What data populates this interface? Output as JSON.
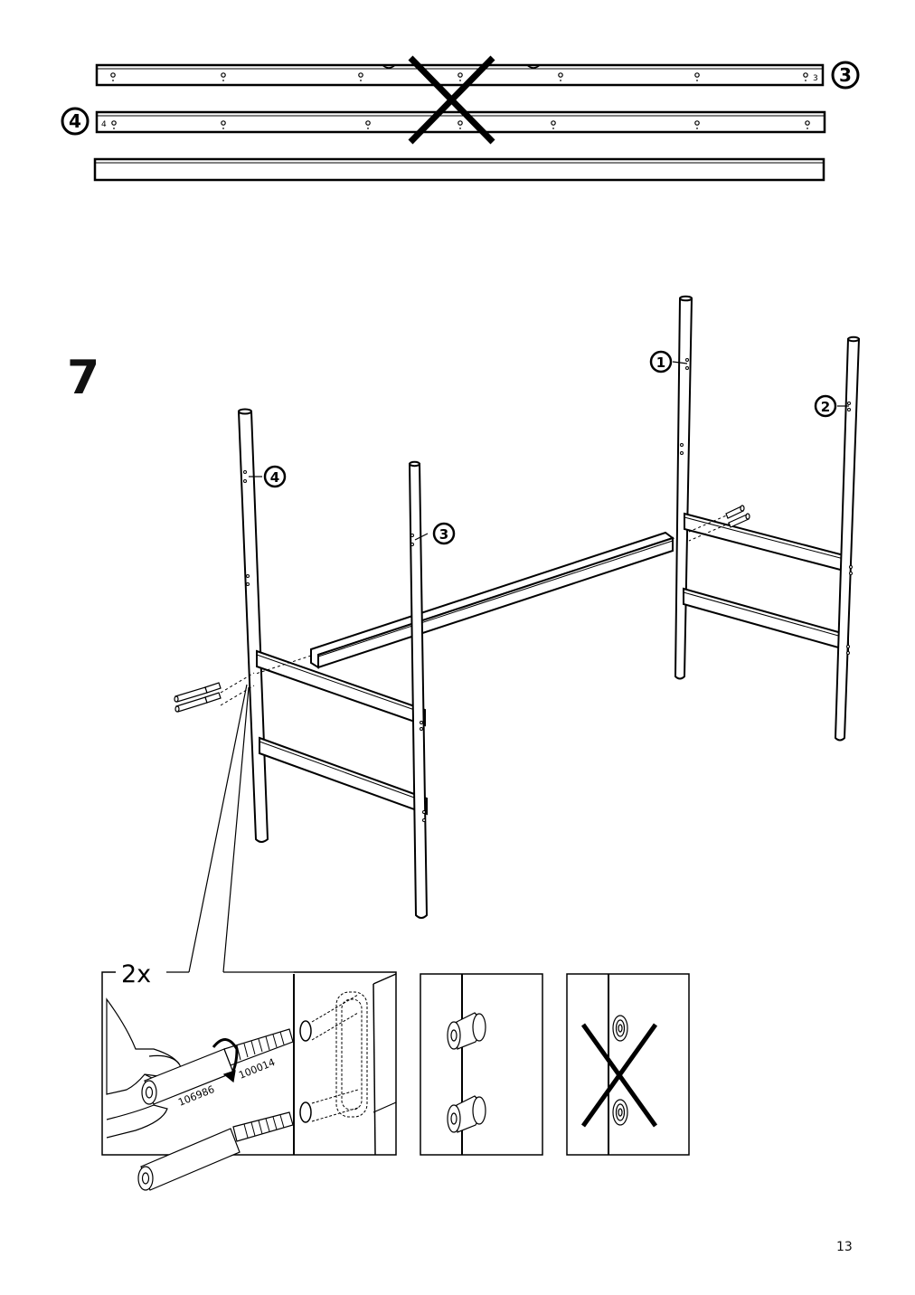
{
  "step": {
    "number": "7"
  },
  "part_markers": {
    "one": "1",
    "two": "2",
    "three": "3",
    "four": "4"
  },
  "detail": {
    "quantity": "2x",
    "part_code_a": "106986",
    "part_code_b": "100014"
  },
  "page": {
    "number": "13"
  }
}
